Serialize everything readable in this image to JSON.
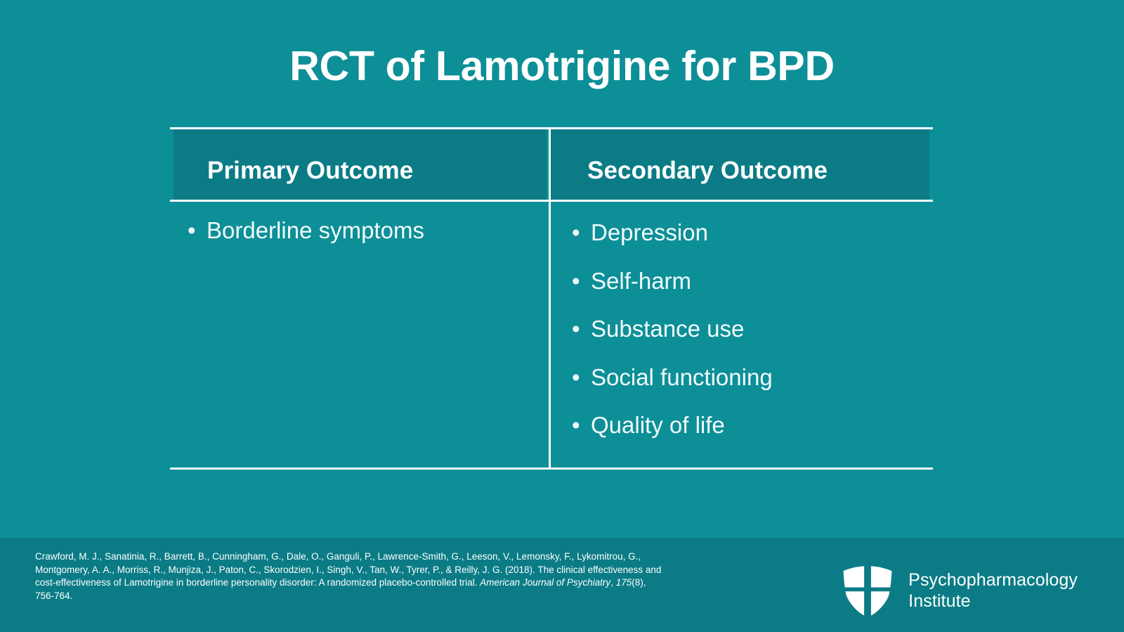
{
  "slide": {
    "title": "RCT of Lamotrigine for BPD",
    "background_color": "#0d8f98",
    "header_cell_color": "#0b7c86",
    "rule_color": "#ffffff",
    "text_color": "#ffffff"
  },
  "table": {
    "columns": [
      {
        "header": "Primary Outcome",
        "items": [
          "Borderline symptoms"
        ]
      },
      {
        "header": "Secondary Outcome",
        "items": [
          "Depression",
          "Self-harm",
          "Substance use",
          "Social functioning",
          "Quality of life"
        ]
      }
    ],
    "bullet_glyph": "•"
  },
  "footer": {
    "background_color": "#0b7c86",
    "citation": {
      "authors": "Crawford, M. J., Sanatinia, R., Barrett, B., Cunningham, G., Dale, O., Ganguli, P., Lawrence-Smith, G., Leeson, V., Lemonsky, F., Lykomitrou, G., Montgomery, A. A., Morriss, R., Munjiza, J., Paton, C., Skorodzien, I., Singh, V., Tan, W., Tyrer, P., & Reilly, J. G.",
      "year": "(2018).",
      "article_title": "The clinical effectiveness and cost-effectiveness of Lamotrigine in borderline personality disorder: A randomized placebo-controlled trial.",
      "journal": "American Journal of Psychiatry",
      "separator_1": ", ",
      "volume": "175",
      "issue": "(8), ",
      "pages": "756-764."
    },
    "logo": {
      "mark": "shield-cross-logo",
      "line1": "Psychopharmacology",
      "line2": "Institute"
    }
  }
}
